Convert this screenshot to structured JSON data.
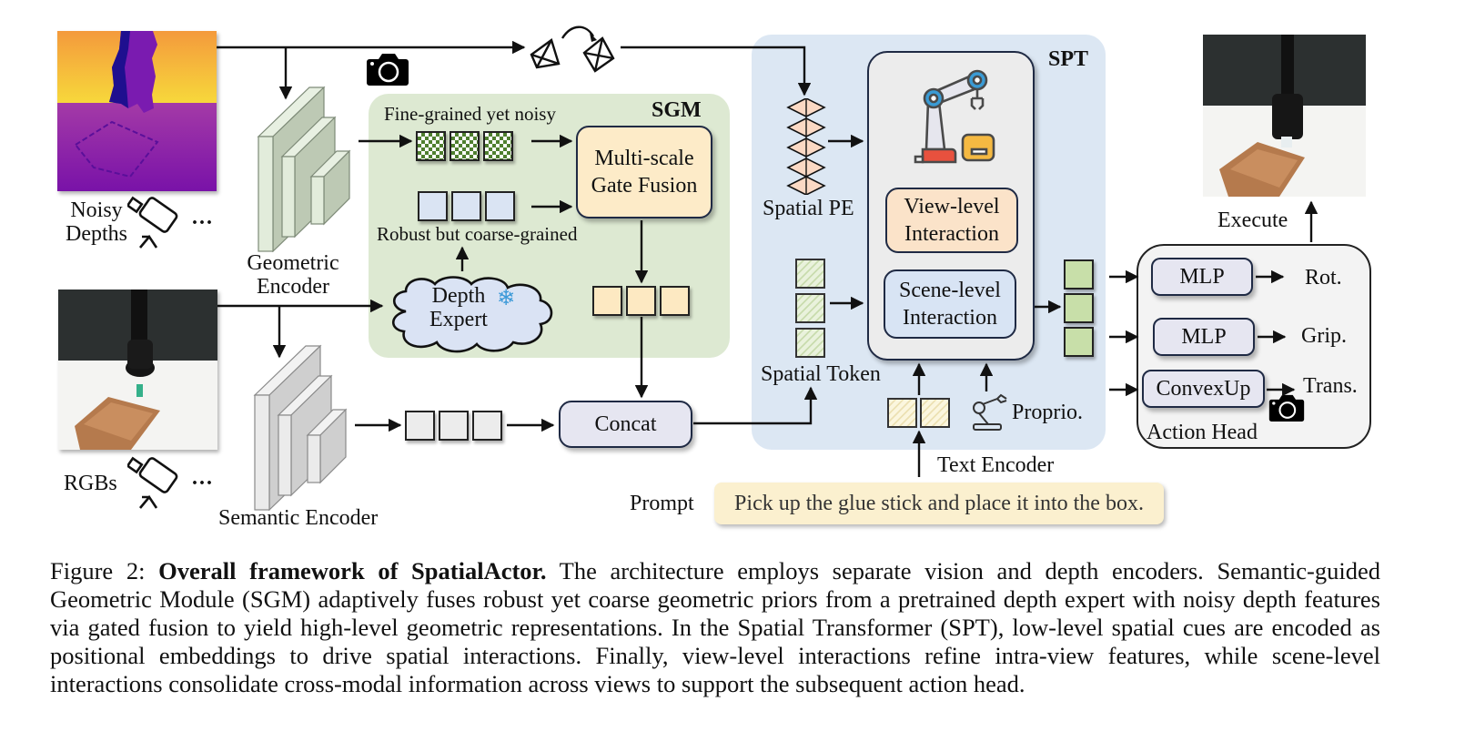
{
  "inputs": {
    "depth_label_line1": "Noisy",
    "depth_label_line2": "Depths",
    "rgb_label": "RGBs",
    "ellipsis": "···"
  },
  "encoders": {
    "geometric_line1": "Geometric",
    "geometric_line2": "Encoder",
    "semantic": "Semantic Encoder"
  },
  "sgm": {
    "title": "SGM",
    "fine_label": "Fine-grained yet noisy",
    "coarse_label": "Robust but coarse-grained",
    "fusion_line1": "Multi-scale",
    "fusion_line2": "Gate Fusion",
    "depth_expert_line1": "Depth",
    "depth_expert_line2": "Expert",
    "frozen_icon": "❄"
  },
  "concat_label": "Concat",
  "spt": {
    "title": "SPT",
    "spatial_pe": "Spatial PE",
    "spatial_token": "Spatial Token",
    "view_line1": "View-level",
    "view_line2": "Interaction",
    "scene_line1": "Scene-level",
    "scene_line2": "Interaction",
    "proprio": "Proprio.",
    "text_encoder": "Text Encoder"
  },
  "prompt": {
    "label": "Prompt",
    "text": "Pick up the glue stick and place it into the box."
  },
  "action_head": {
    "title": "Action Head",
    "mlp1": "MLP",
    "mlp2": "MLP",
    "convexup": "ConvexUp",
    "rot": "Rot.",
    "grip": "Grip.",
    "trans": "Trans.",
    "execute": "Execute"
  },
  "icons": [
    "camera-icon",
    "camera-pose-transform-icon",
    "robot-arm-icon",
    "package-icon",
    "proprio-robot-icon",
    "snowflake-icon",
    "tripod-camera-icon"
  ],
  "colors": {
    "sgm_bg": "#dde9d2",
    "spt_bg": "#dce7f3",
    "fusion_fill": "#fdebc8",
    "view_fill": "#fbe3c9",
    "scene_fill": "#d8e4f4",
    "depth_token": "#dae4f3",
    "fused_token": "#fde9c2",
    "output_token": "#c8dfa9",
    "prompt_bg": "#fbf0cf",
    "geo_encoder": "#e2ecdb",
    "sem_encoder": "#ebebeb"
  },
  "caption": {
    "prefix": "Figure 2: ",
    "bold": "Overall framework of SpatialActor.",
    "body": " The architecture employs separate vision and depth encoders. Semantic-guided Geometric Module (SGM) adaptively fuses robust yet coarse geometric priors from a pretrained depth expert with noisy depth features via gated fusion to yield high-level geometric representations. In the Spatial Transformer (SPT), low-level spatial cues are encoded as positional embeddings to drive spatial interactions. Finally, view-level interactions refine intra-view features, while scene-level interactions consolidate cross-modal information across views to support the subsequent action head."
  }
}
